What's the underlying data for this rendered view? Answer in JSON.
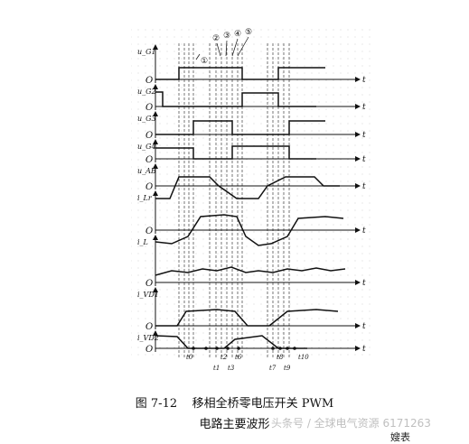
{
  "figure": {
    "caption_number": "图 7-12",
    "caption_title": "移相全桥零电压开关 PWM",
    "caption_line2": "电路主要波形",
    "watermark": "头条号 / 全球电气资源 6171263",
    "corner_stamp": "嫂表"
  },
  "axes": {
    "origin_label": "O",
    "time_label": "t",
    "channels": [
      {
        "id": "ug1",
        "label": "u_G1"
      },
      {
        "id": "ug2",
        "label": "u_G2"
      },
      {
        "id": "ug3",
        "label": "u_G3"
      },
      {
        "id": "ug4",
        "label": "u_G4"
      },
      {
        "id": "uab",
        "label": "u_AB"
      },
      {
        "id": "ilr",
        "label": "i_Lr"
      },
      {
        "id": "il",
        "label": "i_L"
      },
      {
        "id": "ivd1",
        "label": "i_VD1"
      },
      {
        "id": "ivd2",
        "label": "i_VD2"
      }
    ]
  },
  "annotations": {
    "circled": [
      "①",
      "②",
      "③",
      "④",
      "⑤"
    ]
  },
  "time_markers": [
    "t0",
    "t1",
    "t2",
    "t3",
    "t6",
    "t7",
    "t8",
    "t9",
    "t10"
  ]
}
